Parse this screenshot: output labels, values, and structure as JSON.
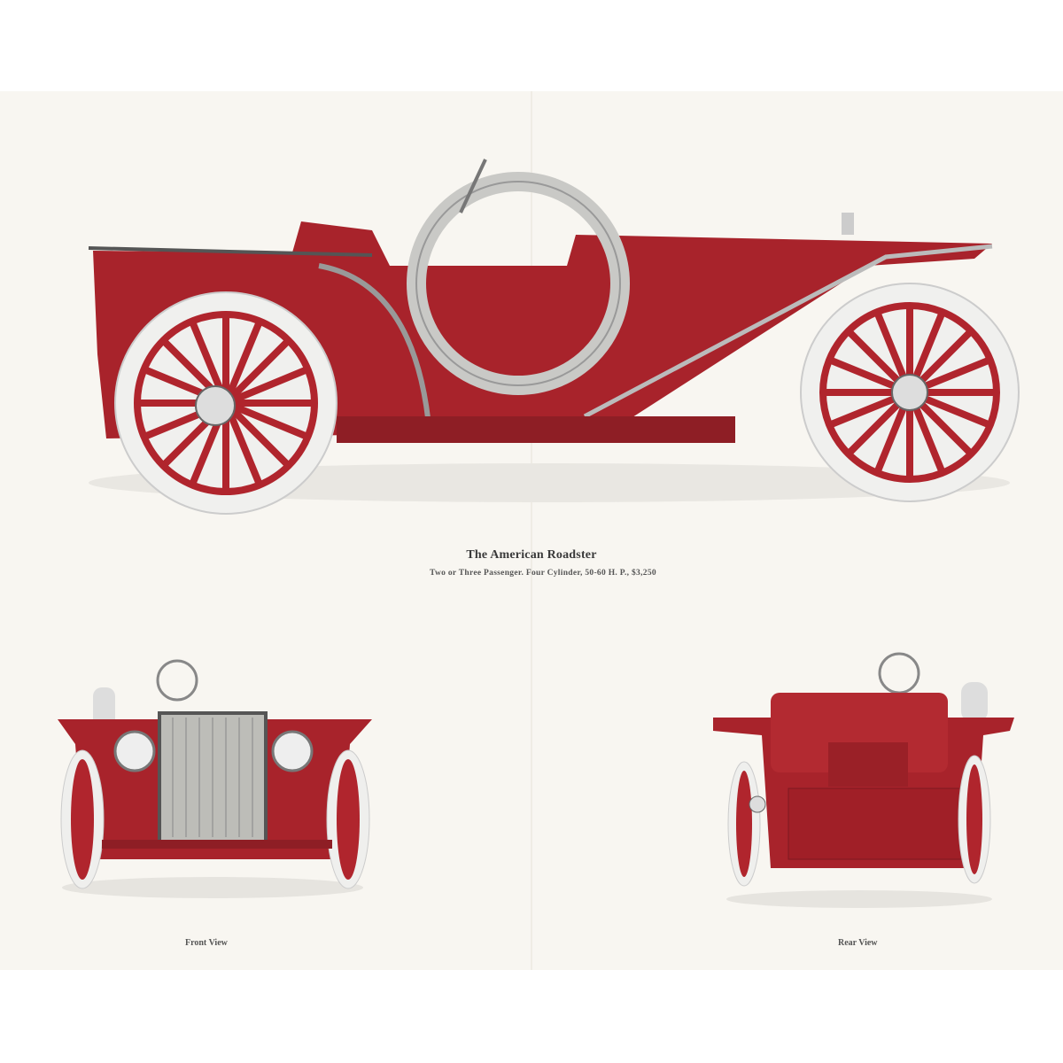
{
  "plate": {
    "title": "The American Roadster",
    "subtitle": "Two or Three Passenger.   Four Cylinder, 50-60 H. P., $3,250",
    "front_caption": "Front View",
    "rear_caption": "Rear View"
  },
  "colors": {
    "body_red": "#a8232b",
    "dark_red": "#7e1a20",
    "tire_white": "#ececea",
    "paper": "#f8f6f1"
  }
}
